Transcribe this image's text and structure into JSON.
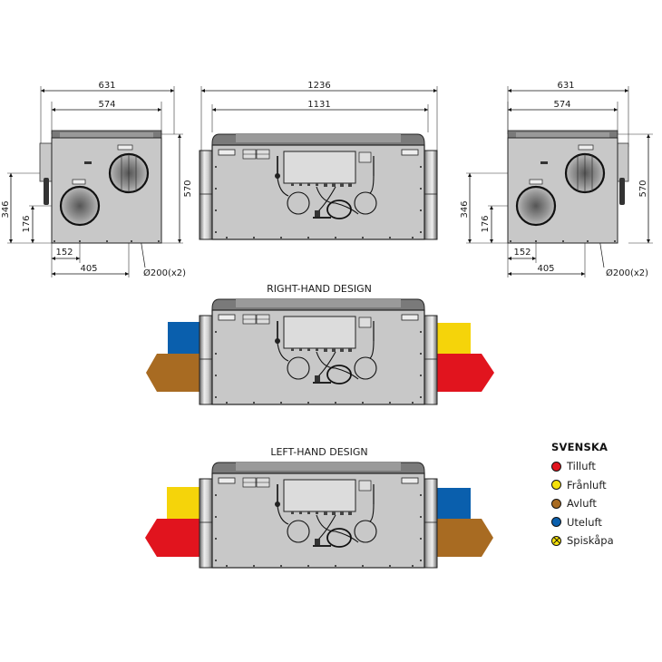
{
  "side_view_left": {
    "dims": {
      "overall_width": "631",
      "body_width": "574",
      "height": "570",
      "upper_duct_center_height": "346",
      "lower_duct_center_height": "176",
      "lower_duct_center_offset": "152",
      "upper_duct_center_offset": "405",
      "duct_diameter": "Ø200(x2)"
    }
  },
  "front_view": {
    "dims": {
      "overall_length": "1236",
      "body_length": "1131"
    }
  },
  "side_view_right": {
    "dims": {
      "overall_width": "631",
      "body_width": "574",
      "height": "570",
      "upper_duct_center_height": "346",
      "lower_duct_center_height": "176",
      "lower_duct_center_offset": "152",
      "upper_duct_center_offset": "405",
      "duct_diameter": "Ø200(x2)"
    }
  },
  "right_hand_design": {
    "title": "RIGHT-HAND DESIGN",
    "left_top_color": "#0a5fad",
    "left_bottom_color": "#a86b22",
    "right_top_color": "#f5d40a",
    "right_bottom_color": "#e1141e"
  },
  "left_hand_design": {
    "title": "LEFT-HAND DESIGN",
    "left_top_color": "#f5d40a",
    "left_bottom_color": "#e1141e",
    "right_top_color": "#0a5fad",
    "right_bottom_color": "#a86b22"
  },
  "legend": {
    "title": "SVENSKA",
    "items": [
      {
        "label": "Tilluft",
        "color": "#e1141e",
        "icon": "circle"
      },
      {
        "label": "Frånluft",
        "color": "#f5e10a",
        "icon": "circle"
      },
      {
        "label": "Avluft",
        "color": "#a86b22",
        "icon": "circle"
      },
      {
        "label": "Uteluft",
        "color": "#0a5fad",
        "icon": "circle"
      },
      {
        "label": "Spiskåpa",
        "color": "#f5e10a",
        "icon": "circle-x"
      }
    ]
  }
}
